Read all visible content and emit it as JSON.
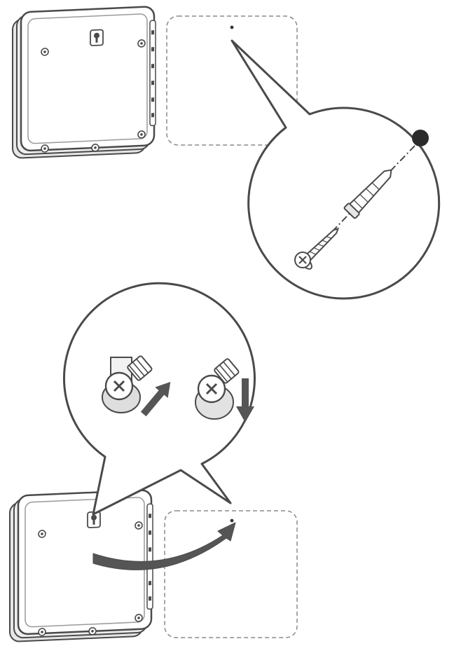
{
  "diagram": {
    "type": "installation-illustration",
    "steps": [
      {
        "id": "step-1",
        "illustrates": [
          "controller-back-view",
          "mounting-template-area",
          "wall-anchor-and-screw-callout"
        ]
      },
      {
        "id": "step-2",
        "illustrates": [
          "keyhole-slot-callout",
          "screw-head-raise-and-lower",
          "hang-controller-arrow"
        ]
      }
    ],
    "colors": {
      "stroke": "#4a4a4a",
      "light_stroke": "#9a9a9a",
      "fill_light": "#f2f2f2",
      "fill_mid": "#d9d9d9",
      "fill_dark": "#2a2a2a",
      "arrow": "#555555"
    },
    "icons": [
      "controller-icon",
      "screw-icon",
      "wall-anchor-icon",
      "drill-hole-icon",
      "up-arrow-icon",
      "down-arrow-icon",
      "curved-arrow-icon"
    ]
  }
}
